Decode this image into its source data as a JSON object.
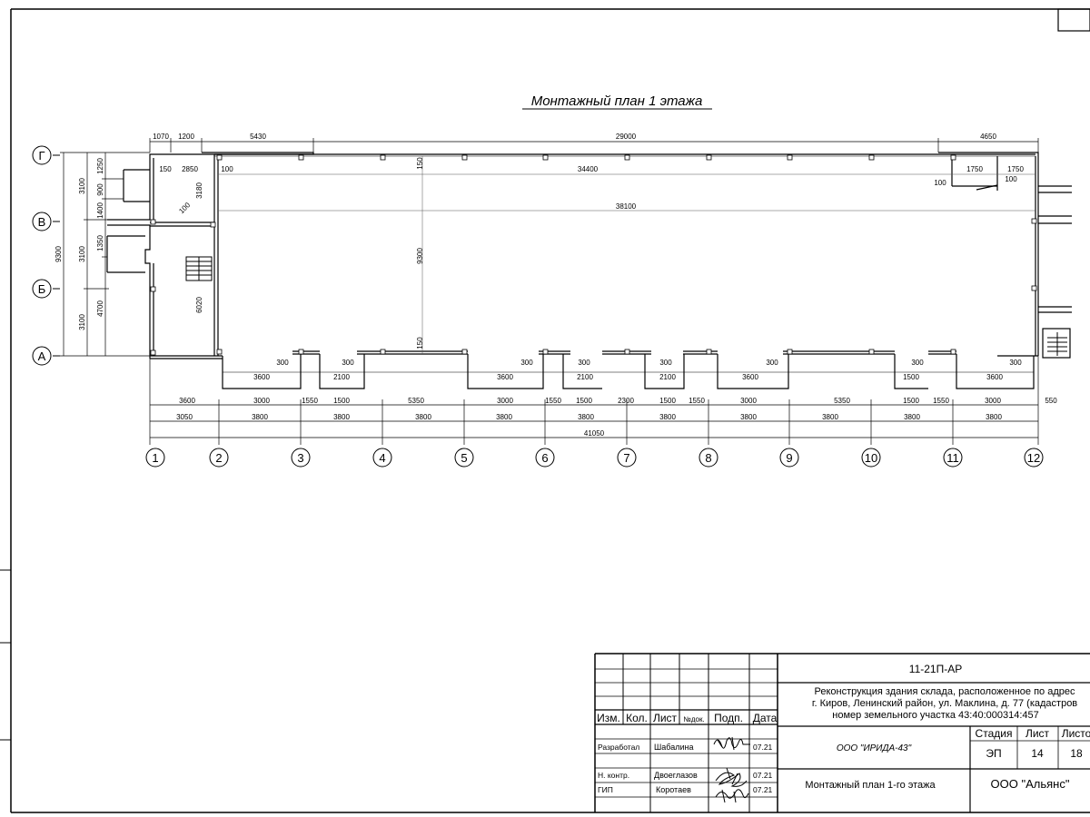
{
  "plan": {
    "title": "Монтажный план 1 этажа",
    "axes_letters": [
      "Г",
      "В",
      "Б",
      "А"
    ],
    "axes_numbers": [
      "1",
      "2",
      "3",
      "4",
      "5",
      "6",
      "7",
      "8",
      "9",
      "10",
      "11",
      "12"
    ],
    "dims_top": [
      "1070",
      "1200",
      "5430",
      "29000",
      "4650"
    ],
    "dims_inner_top": [
      "150",
      "2850",
      "100",
      "34400",
      "1750",
      "1750",
      "100"
    ],
    "dims_inner_misc": [
      "150",
      "3180",
      "100",
      "38100",
      "9300",
      "6020",
      "150",
      "100"
    ],
    "dims_left_outer": [
      "9300"
    ],
    "dims_left_mid": [
      "3100",
      "3100",
      "3100"
    ],
    "dims_left_inner": [
      "1250",
      "900",
      "1400",
      "1350",
      "4700"
    ],
    "dims_piers": [
      "300",
      "300",
      "300",
      "300",
      "300",
      "300",
      "300",
      "300"
    ],
    "dims_openings": [
      "3600",
      "2100",
      "3600",
      "2100",
      "2100",
      "3600",
      "1500",
      "3600"
    ],
    "dims_row1": [
      "3600",
      "3000",
      "1550",
      "1500",
      "5350",
      "3000",
      "1550",
      "1500",
      "2300",
      "1500",
      "1550",
      "3000",
      "5350",
      "1500",
      "1550",
      "3000",
      "550"
    ],
    "dims_row2": [
      "3050",
      "3800",
      "3800",
      "3800",
      "3800",
      "3800",
      "3800",
      "3800",
      "3800",
      "3800",
      "3800"
    ],
    "dims_total": "41050"
  },
  "title_block": {
    "doc_code": "11-21П-АР",
    "project_line1": "Реконструкция здания склада, расположенное по адрес",
    "project_line2": "г. Киров, Ленинский район, ул. Маклина, д. 77 (кадастров",
    "project_line3": "номер земельного участка 43:40:000314:457",
    "col_headers": [
      "Изм.",
      "Кол.",
      "Лист",
      "№док.",
      "Подп.",
      "Дата"
    ],
    "stage_headers": [
      "Стадия",
      "Лист",
      "Листо"
    ],
    "stage_values": [
      "ЭП",
      "14",
      "18"
    ],
    "org_top": "ООО \"ИРИДА-43\"",
    "sheet_title": "Монтажный план 1-го этажа",
    "company": "ООО \"Альянс\"",
    "signers": [
      {
        "role": "Разработал",
        "name": "Шабалина",
        "date": "07.21"
      },
      {
        "role": "Н. контр.",
        "name": "Двоеглазов",
        "date": "07.21"
      },
      {
        "role": "ГИП",
        "name": "Коротаев",
        "date": "07.21"
      }
    ]
  }
}
